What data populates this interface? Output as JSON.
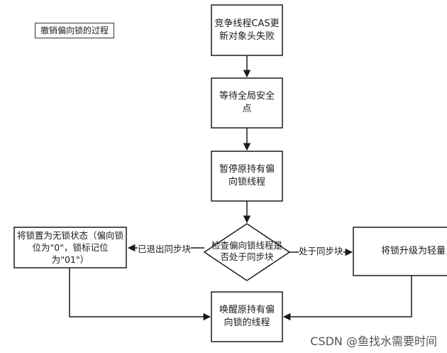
{
  "title": "撤销偏向锁的过程",
  "nodes": {
    "cas_fail": "竞争线程CAS更新对象头失败",
    "wait_safepoint": "等待全局安全点",
    "pause_thread": "暂停原持有偏向锁线程",
    "check_sync": "检查偏向锁线程是否处于同步块",
    "set_unlocked": "将锁置为无锁状态（偏向锁位为\"0\"，锁标记位为\"01\"）",
    "upgrade_light": "将锁升级为轻量",
    "wake_thread": "唤醒原持有偏向锁的线程"
  },
  "edges": {
    "exited_sync": "已退出同步块",
    "in_sync": "处于同步块"
  },
  "watermark": "CSDN @鱼找水需要时间"
}
